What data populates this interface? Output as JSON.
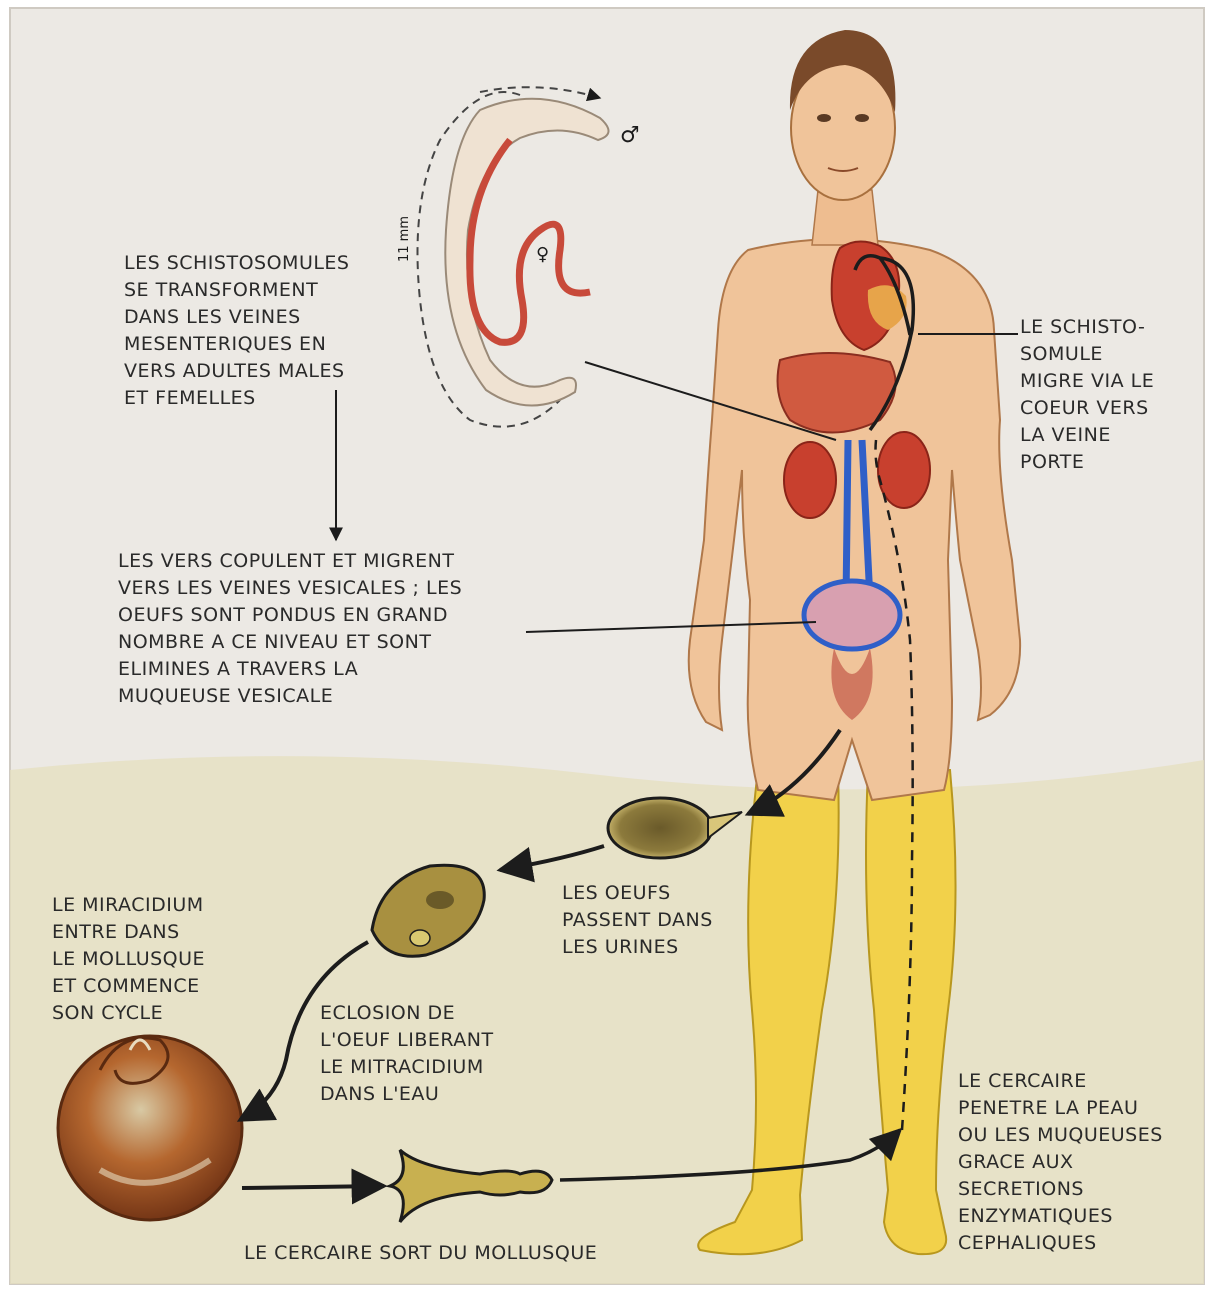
{
  "worm": {
    "male_symbol": "♂",
    "female_symbol": "♀",
    "scale_label": "11 mm"
  },
  "labels": {
    "schistosomules_transform": "LES SCHISTOSOMULES\nSE TRANSFORMENT\nDANS LES VEINES\nMESENTERIQUES EN\nVERS ADULTES MALES\nET FEMELLES",
    "schistosomule_migrates": "LE SCHISTO-\nSOMULE\nMIGRE VIA LE\nCOEUR VERS\nLA VEINE\nPORTE",
    "worms_copulate": "LES VERS COPULENT ET MIGRENT\nVERS LES VEINES VESICALES ; LES\nOEUFS SONT PONDUS EN GRAND\nNOMBRE A CE NIVEAU ET SONT\nELIMINES A TRAVERS LA\nMUQUEUSE VESICALE",
    "eggs_in_urine": "LES OEUFS\nPASSENT DANS\nLES URINES",
    "miracidium_enters": "LE MIRACIDIUM\nENTRE DANS\nLE MOLLUSQUE\nET COMMENCE\nSON CYCLE",
    "egg_hatching": "ECLOSION DE\nL'OEUF LIBERANT\nLE MITRACIDIUM\nDANS L'EAU",
    "cercaria_penetrates": "LE CERCAIRE\nPENETRE LA PEAU\nOU LES MUQUEUSES\nGRACE AUX\nSECRETIONS\nENZYMATIQUES\nCEPHALIQUES",
    "cercaria_exits": "LE CERCAIRE SORT DU MOLLUSQUE"
  },
  "colors": {
    "background": "#ece9e4",
    "water": "#e6dfbf",
    "skin": "#f0c49a",
    "legs": "#f2d14a",
    "organ_red": "#c8402e",
    "vein_blue": "#2f5fc8",
    "shell": "#9a4a1e",
    "ink": "#1c1c1c"
  }
}
